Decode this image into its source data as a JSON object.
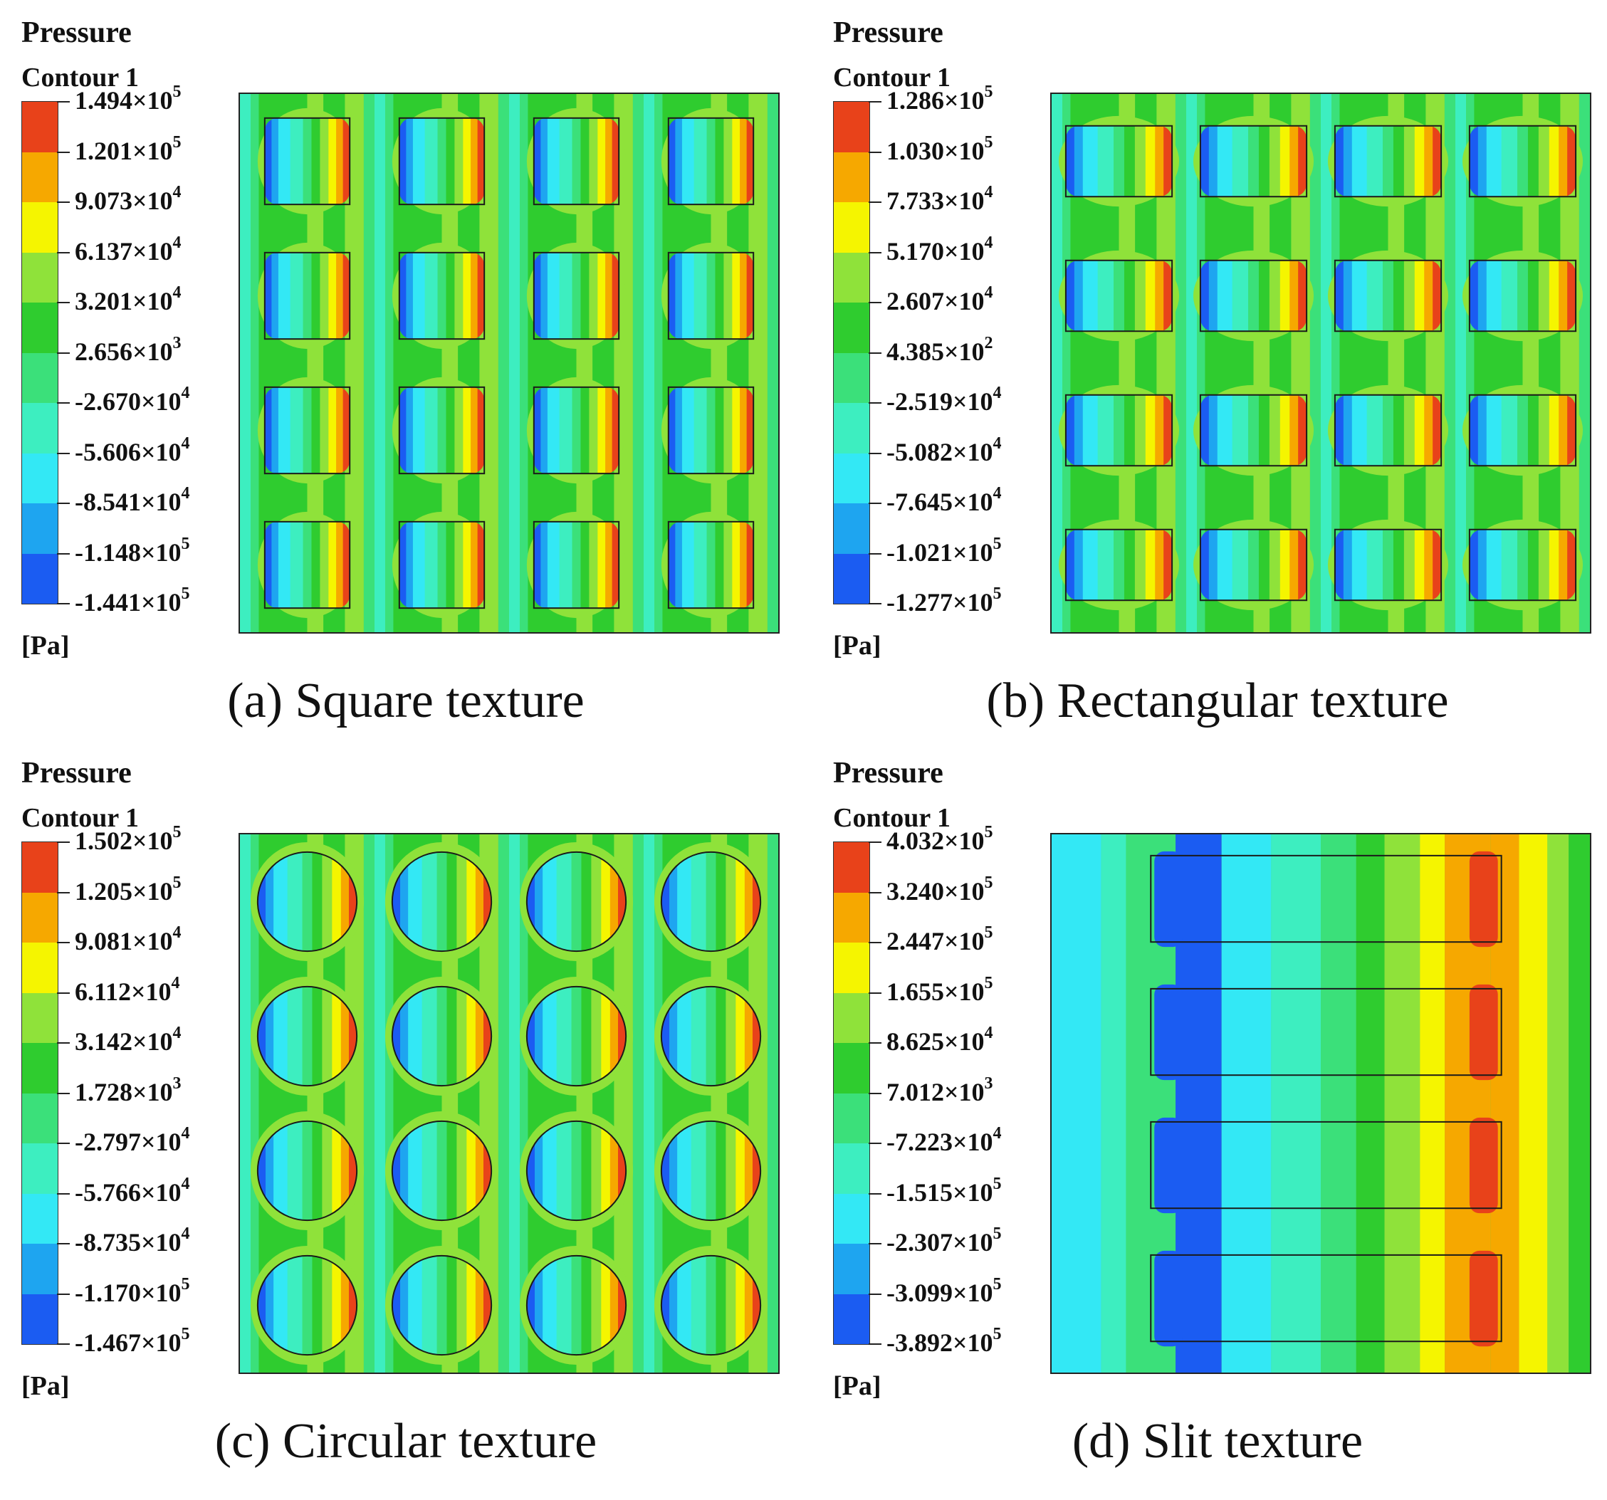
{
  "colors": {
    "scale": [
      "#e8421a",
      "#f6a800",
      "#f5f500",
      "#8fe23a",
      "#2fcc2f",
      "#3be07a",
      "#3deec0",
      "#33e8f5",
      "#1ea5f0",
      "#1b5cf2"
    ],
    "background_green": "#57d152",
    "outline": "#1a1a1a"
  },
  "panels": [
    {
      "id": "a",
      "legend_title_1": "Pressure",
      "legend_title_2": "Contour 1",
      "unit": "[Pa]",
      "caption": "(a) Square texture",
      "shape": "square",
      "labels": [
        {
          "m": "1.494×10",
          "e": "5"
        },
        {
          "m": "1.201×10",
          "e": "5"
        },
        {
          "m": "9.073×10",
          "e": "4"
        },
        {
          "m": "6.137×10",
          "e": "4"
        },
        {
          "m": "3.201×10",
          "e": "4"
        },
        {
          "m": "2.656×10",
          "e": "3"
        },
        {
          "m": "-2.670×10",
          "e": "4"
        },
        {
          "m": "-5.606×10",
          "e": "4"
        },
        {
          "m": "-8.541×10",
          "e": "4"
        },
        {
          "m": "-1.148×10",
          "e": "5"
        },
        {
          "m": "-1.441×10",
          "e": "5"
        }
      ]
    },
    {
      "id": "b",
      "legend_title_1": "Pressure",
      "legend_title_2": "Contour 1",
      "unit": "[Pa]",
      "caption": "(b) Rectangular texture",
      "shape": "rect",
      "labels": [
        {
          "m": "1.286×10",
          "e": "5"
        },
        {
          "m": "1.030×10",
          "e": "5"
        },
        {
          "m": "7.733×10",
          "e": "4"
        },
        {
          "m": "5.170×10",
          "e": "4"
        },
        {
          "m": "2.607×10",
          "e": "4"
        },
        {
          "m": "4.385×10",
          "e": "2"
        },
        {
          "m": "-2.519×10",
          "e": "4"
        },
        {
          "m": "-5.082×10",
          "e": "4"
        },
        {
          "m": "-7.645×10",
          "e": "4"
        },
        {
          "m": "-1.021×10",
          "e": "5"
        },
        {
          "m": "-1.277×10",
          "e": "5"
        }
      ]
    },
    {
      "id": "c",
      "legend_title_1": "Pressure",
      "legend_title_2": "Contour 1",
      "unit": "[Pa]",
      "caption": "(c) Circular texture",
      "shape": "circle",
      "labels": [
        {
          "m": "1.502×10",
          "e": "5"
        },
        {
          "m": "1.205×10",
          "e": "5"
        },
        {
          "m": "9.081×10",
          "e": "4"
        },
        {
          "m": "6.112×10",
          "e": "4"
        },
        {
          "m": "3.142×10",
          "e": "4"
        },
        {
          "m": "1.728×10",
          "e": "3"
        },
        {
          "m": "-2.797×10",
          "e": "4"
        },
        {
          "m": "-5.766×10",
          "e": "4"
        },
        {
          "m": "-8.735×10",
          "e": "4"
        },
        {
          "m": "-1.170×10",
          "e": "5"
        },
        {
          "m": "-1.467×10",
          "e": "5"
        }
      ]
    },
    {
      "id": "d",
      "legend_title_1": "Pressure",
      "legend_title_2": "Contour 1",
      "unit": "[Pa]",
      "caption": "(d) Slit texture",
      "shape": "slit",
      "labels": [
        {
          "m": "4.032×10",
          "e": "5"
        },
        {
          "m": "3.240×10",
          "e": "5"
        },
        {
          "m": "2.447×10",
          "e": "5"
        },
        {
          "m": "1.655×10",
          "e": "5"
        },
        {
          "m": "8.625×10",
          "e": "4"
        },
        {
          "m": "7.012×10",
          "e": "3"
        },
        {
          "m": "-7.223×10",
          "e": "4"
        },
        {
          "m": "-1.515×10",
          "e": "5"
        },
        {
          "m": "-2.307×10",
          "e": "5"
        },
        {
          "m": "-3.099×10",
          "e": "5"
        },
        {
          "m": "-3.892×10",
          "e": "5"
        }
      ]
    }
  ]
}
